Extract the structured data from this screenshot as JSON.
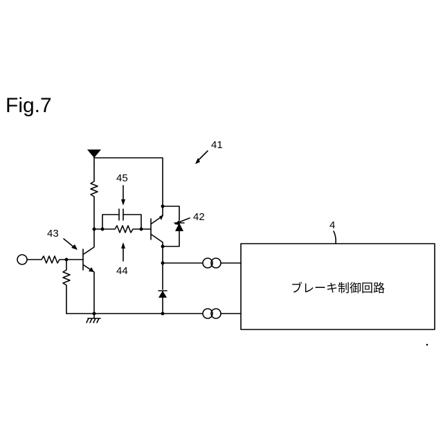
{
  "figure": {
    "title": "Fig.7"
  },
  "labels": {
    "circuit": "41",
    "transistor_42": "42",
    "transistor_43": "43",
    "resistor_44": "44",
    "capacitor_45": "45",
    "brake_circuit_ref": "4"
  },
  "brake_box": {
    "text": "ブレーキ制御回路"
  }
}
